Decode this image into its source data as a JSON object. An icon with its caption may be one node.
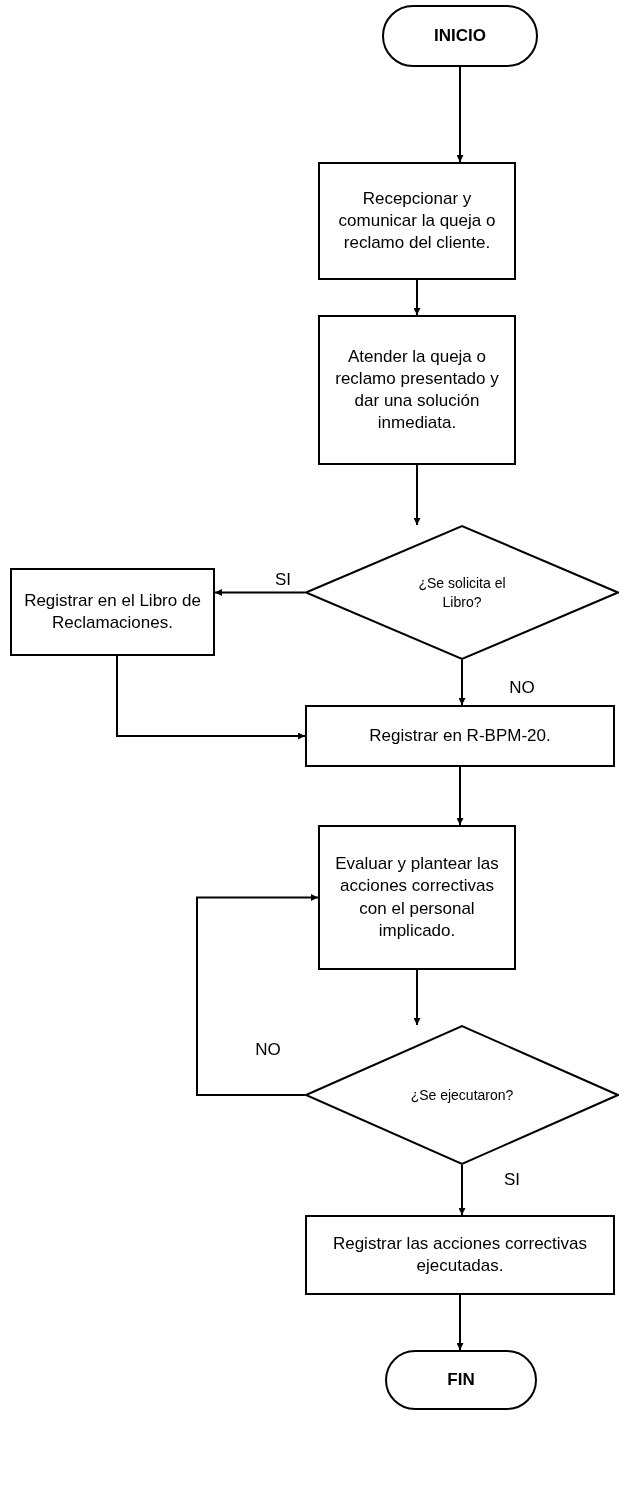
{
  "diagram": {
    "nodes": [
      {
        "text": [
          "INICIO"
        ]
      },
      {
        "text": [
          "Recepcionar y comunicar la queja o reclamo del cliente."
        ]
      },
      {
        "text": [
          "Atender la queja o reclamo presentado y dar una solución inmediata."
        ]
      },
      {
        "text": [
          "¿Se solicita el Libro?"
        ]
      },
      {
        "text": [
          "Registrar en el Libro de Reclamaciones."
        ]
      },
      {
        "text": [
          "Registrar en R-BPM-20."
        ]
      },
      {
        "text": [
          "Evaluar y plantear las acciones correctivas con el personal implicado."
        ]
      },
      {
        "text": [
          "¿Se ejecutaron?"
        ]
      },
      {
        "text": [
          "Registrar las acciones correctivas ejecutadas."
        ]
      },
      {
        "text": [
          "FIN"
        ]
      }
    ],
    "edges": [
      {
        "from": 0,
        "to": 1,
        "arrow": "to"
      },
      {
        "from": 1,
        "to": 2,
        "arrow": "to"
      },
      {
        "from": 2,
        "to": 3,
        "arrow": "to"
      },
      {
        "from": 3,
        "to": 4,
        "arrow": "to",
        "label": "SI"
      },
      {
        "from": 3,
        "to": 5,
        "arrow": "to",
        "label": "NO"
      },
      {
        "from": 4,
        "to": 5,
        "arrow": "to"
      },
      {
        "from": 5,
        "to": 6,
        "arrow": "to"
      },
      {
        "from": 6,
        "to": 7,
        "arrow": "to"
      },
      {
        "from": 7,
        "to": 6,
        "arrow": "to",
        "label": "NO"
      },
      {
        "from": 7,
        "to": 8,
        "arrow": "to",
        "label": "SI"
      },
      {
        "from": 8,
        "to": 9,
        "arrow": "to"
      }
    ]
  }
}
